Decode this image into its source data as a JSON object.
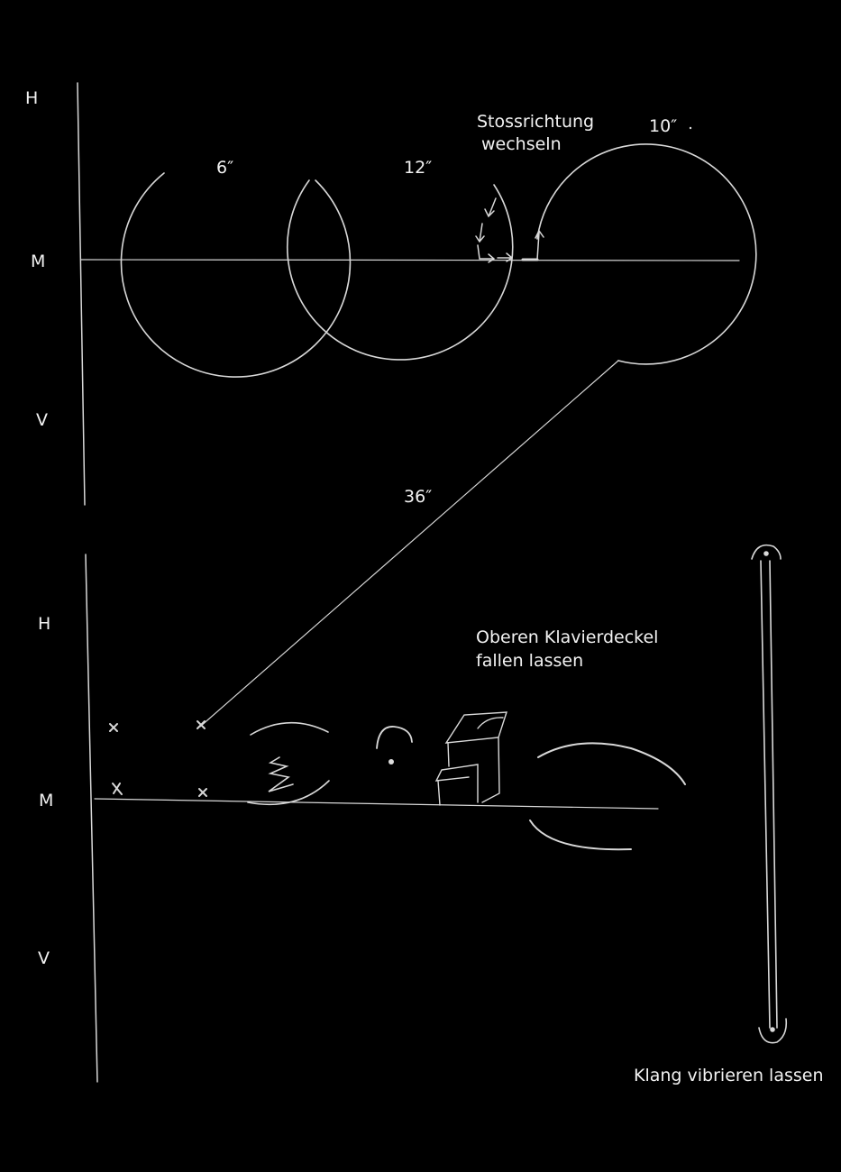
{
  "axis_labels_top": [
    "H",
    "M",
    "V"
  ],
  "axis_labels_bottom": [
    "H",
    "M",
    "V"
  ],
  "durations": {
    "circle1": "6″",
    "circle2": "12″",
    "circle3": "10″",
    "diagonal": "36″"
  },
  "annotations": {
    "stoss_line1": "Stossrichtung",
    "stoss_line2": "wechseln",
    "klavier_line1": "Oberen Klavierdeckel",
    "klavier_line2": "fallen lassen",
    "klang": "Klang vibrieren lassen"
  },
  "colors": {
    "background": "#000000",
    "stroke": "#d8d8d8"
  }
}
